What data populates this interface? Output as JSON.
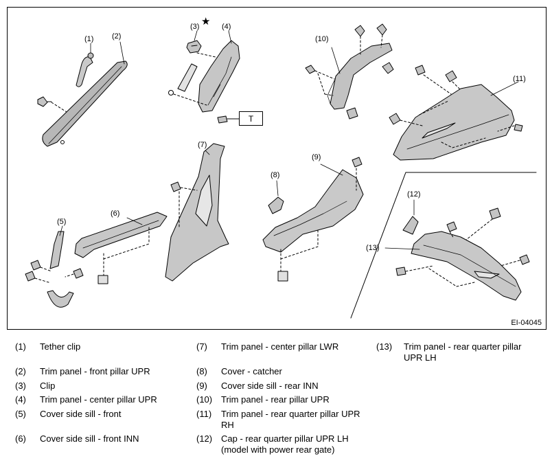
{
  "figure": {
    "id_label": "EI-04045",
    "t_label": "T",
    "star": "★",
    "callouts": {
      "c1": "(1)",
      "c2": "(2)",
      "c3": "(3)",
      "c4": "(4)",
      "c5": "(5)",
      "c6": "(6)",
      "c7": "(7)",
      "c8": "(8)",
      "c9": "(9)",
      "c10": "(10)",
      "c11": "(11)",
      "c12": "(12)",
      "c13": "(13)"
    }
  },
  "legend": [
    {
      "num": "(1)",
      "text": "Tether clip"
    },
    {
      "num": "(2)",
      "text": "Trim panel - front pillar UPR"
    },
    {
      "num": "(3)",
      "text": "Clip"
    },
    {
      "num": "(4)",
      "text": "Trim panel - center pillar UPR"
    },
    {
      "num": "(5)",
      "text": "Cover side sill - front"
    },
    {
      "num": "(6)",
      "text": "Cover side sill - front INN"
    },
    {
      "num": "(7)",
      "text": "Trim panel - center pillar LWR"
    },
    {
      "num": "(8)",
      "text": "Cover - catcher"
    },
    {
      "num": "(9)",
      "text": "Cover side sill - rear INN"
    },
    {
      "num": "(10)",
      "text": "Trim panel - rear pillar UPR"
    },
    {
      "num": "(11)",
      "text": "Trim panel - rear quarter pillar UPR RH"
    },
    {
      "num": "(12)",
      "text": "Cap - rear quarter pillar UPR LH (model with power rear gate)"
    },
    {
      "num": "(13)",
      "text": "Trim panel - rear quarter pillar UPR LH"
    }
  ]
}
